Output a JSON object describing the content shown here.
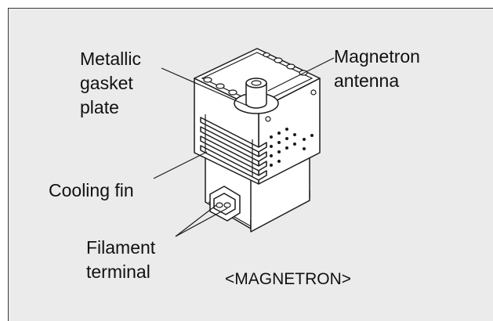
{
  "labels": {
    "gasket": [
      "Metallic",
      "gasket",
      "plate"
    ],
    "antenna": [
      "Magnetron",
      "antenna"
    ],
    "cooling_fin": "Cooling fin",
    "filament": [
      "Filament",
      "terminal"
    ],
    "caption": "<MAGNETRON>"
  }
}
